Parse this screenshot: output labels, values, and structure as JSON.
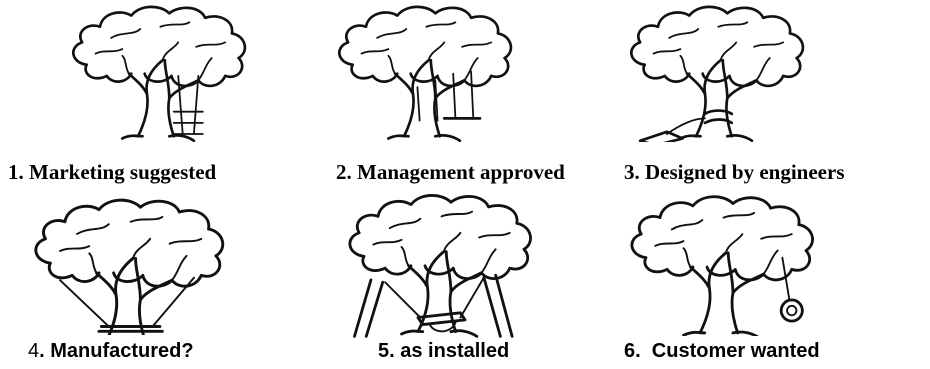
{
  "panels": [
    {
      "number": "1.",
      "label": "Marketing suggested",
      "swing": "three-tier-swing"
    },
    {
      "number": "2.",
      "label": "Management approved",
      "swing": "rope-to-trunk-swing"
    },
    {
      "number": "3.",
      "label": "Designed by engineers",
      "swing": "seat-on-ground"
    },
    {
      "number": "4",
      "label": ". Manufactured?",
      "swing": "wide-low-swing"
    },
    {
      "number": "5.",
      "label": "as installed",
      "swing": "propped-swing"
    },
    {
      "number": "6.",
      "label": " Customer wanted",
      "swing": "tire-swing"
    }
  ]
}
